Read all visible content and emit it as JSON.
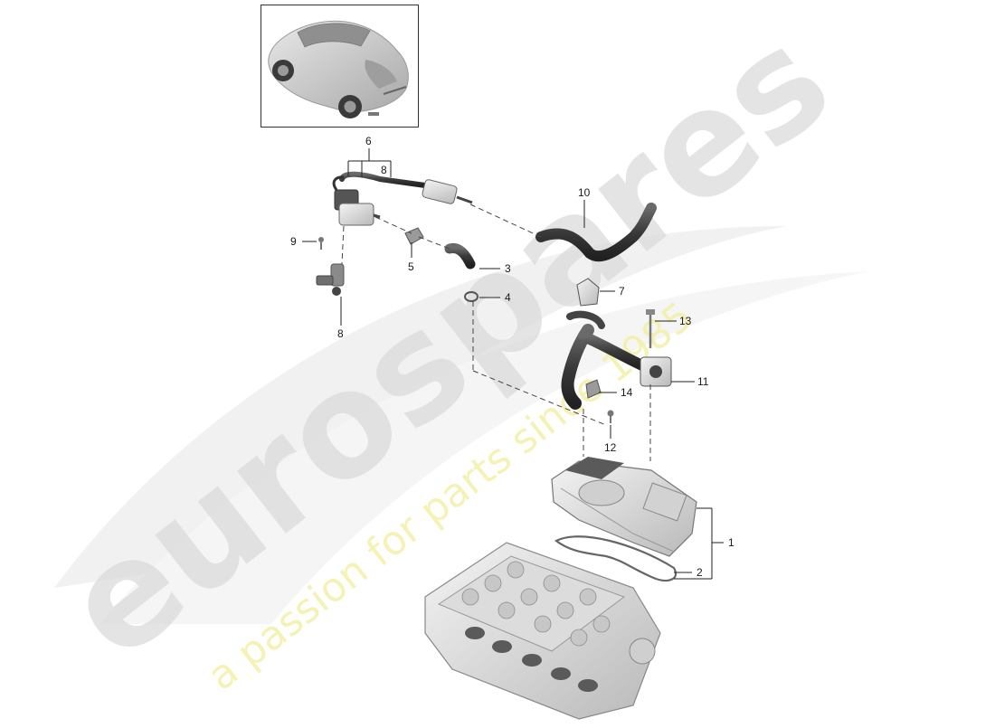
{
  "watermark": {
    "brand": "eurospares",
    "tagline": "a passion for parts since 1985",
    "brand_color": "#d9d9d9",
    "tagline_color": "#f3f0a8"
  },
  "thumbnail": {
    "icon": "car-suv-icon"
  },
  "callouts": [
    {
      "id": "1",
      "label": "1"
    },
    {
      "id": "2",
      "label": "2"
    },
    {
      "id": "3",
      "label": "3"
    },
    {
      "id": "4",
      "label": "4"
    },
    {
      "id": "5",
      "label": "5"
    },
    {
      "id": "6",
      "label": "6"
    },
    {
      "id": "7",
      "label": "7"
    },
    {
      "id": "8a",
      "label": "8"
    },
    {
      "id": "8b",
      "label": "8"
    },
    {
      "id": "9",
      "label": "9"
    },
    {
      "id": "10",
      "label": "10"
    },
    {
      "id": "11",
      "label": "11"
    },
    {
      "id": "12",
      "label": "12"
    },
    {
      "id": "13",
      "label": "13"
    },
    {
      "id": "14",
      "label": "14"
    }
  ]
}
